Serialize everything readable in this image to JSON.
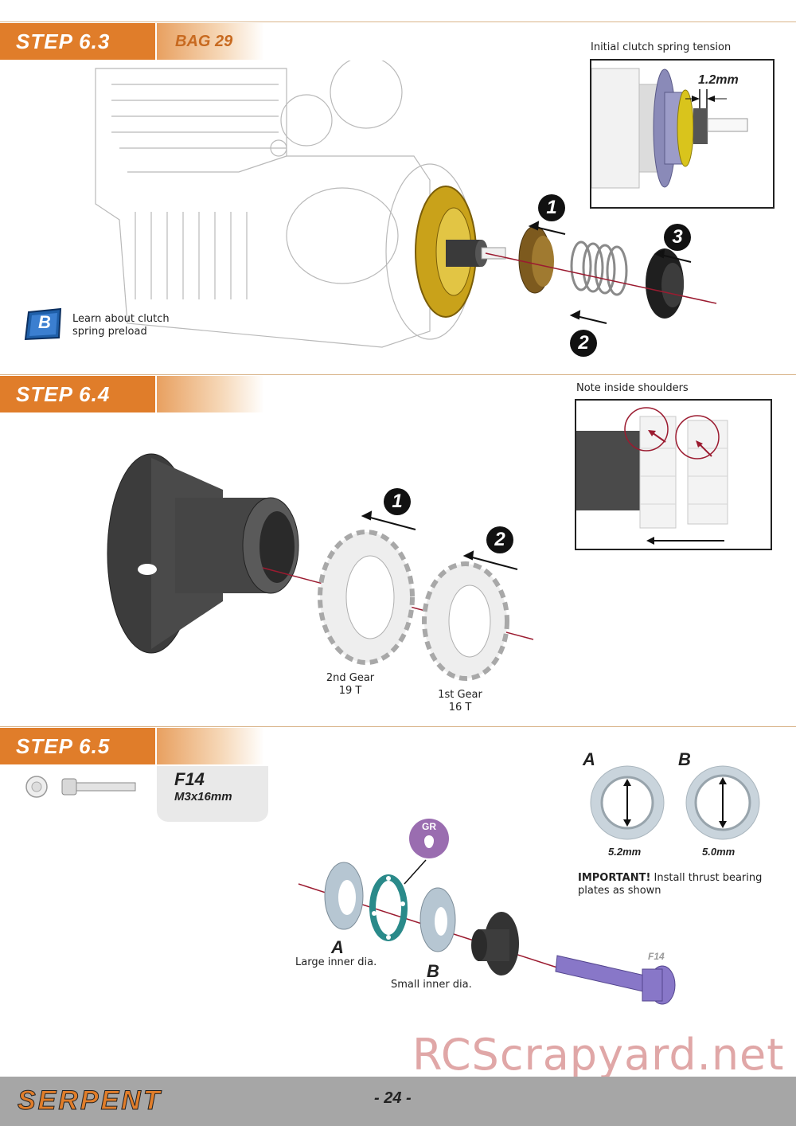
{
  "step_6_3": {
    "title": "STEP 6.3",
    "bag": "BAG 29",
    "inset_caption": "Initial clutch spring tension",
    "measure": "1.2mm",
    "callouts": [
      "1",
      "2",
      "3"
    ],
    "learn_icon": "B",
    "learn_text_1": "Learn about clutch",
    "learn_text_2": "spring preload"
  },
  "step_6_4": {
    "title": "STEP 6.4",
    "inset_caption": "Note inside shoulders",
    "callouts": [
      "1",
      "2"
    ],
    "gear2_label": "2nd Gear",
    "gear2_teeth": "19 T",
    "gear1_label": "1st Gear",
    "gear1_teeth": "16 T"
  },
  "step_6_5": {
    "title": "STEP 6.5",
    "part_code": "F14",
    "part_desc": "M3x16mm",
    "bearing_a_letter": "A",
    "bearing_b_letter": "B",
    "bearing_a_size": "5.2mm",
    "bearing_b_size": "5.0mm",
    "important_label": "IMPORTANT!",
    "important_text_1": " Install thrust bearing",
    "important_text_2": "plates as shown",
    "grease_badge": "GR",
    "plate_a_letter": "A",
    "plate_a_text": "Large inner dia.",
    "plate_b_letter": "B",
    "plate_b_text": "Small inner dia.",
    "screw_tag": "F14"
  },
  "footer": {
    "brand": "SERPENT",
    "page": "- 24 -"
  },
  "watermark": "RCScrapyard.net",
  "colors": {
    "accent_orange": "#e07d2a",
    "axis_red": "#9b1b30",
    "gold": "#c9a21a",
    "footer_gray": "#a6a6a6"
  }
}
